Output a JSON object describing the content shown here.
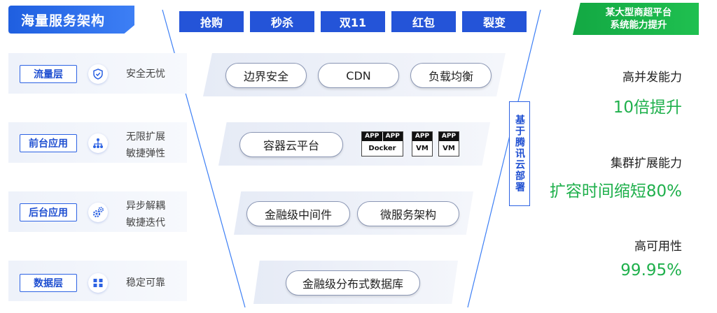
{
  "title": "海量服务架构",
  "scenarios": [
    "抢购",
    "秒杀",
    "双11",
    "红包",
    "裂变"
  ],
  "layers": [
    {
      "label": "流量层",
      "icon": "shield-icon",
      "desc": [
        "安全无忧"
      ],
      "items": [
        "边界安全",
        "CDN",
        "负载均衡"
      ]
    },
    {
      "label": "前台应用",
      "icon": "org-chart-icon",
      "desc": [
        "无限扩展",
        "敏捷弹性"
      ],
      "items": [
        "容器云平台"
      ]
    },
    {
      "label": "后台应用",
      "icon": "gears-icon",
      "desc": [
        "异步解耦",
        "敏捷迭代"
      ],
      "items": [
        "金融级中间件",
        "微服务架构"
      ]
    },
    {
      "label": "数据层",
      "icon": "database-icon",
      "desc": [
        "稳定可靠"
      ],
      "items": [
        "金融级分布式数据库"
      ]
    }
  ],
  "app_boxes": [
    {
      "heads": [
        "APP",
        "APP"
      ],
      "body": "Docker"
    },
    {
      "heads": [
        "APP"
      ],
      "body": "VM"
    },
    {
      "heads": [
        "APP"
      ],
      "body": "VM"
    }
  ],
  "deployment_label": "基于腾讯云部署",
  "case_banner": [
    "某大型商超平台",
    "系统能力提升"
  ],
  "metrics": [
    {
      "label": "高并发能力",
      "value": "10倍提升"
    },
    {
      "label": "集群扩展能力",
      "value": "扩容时间缩短80%"
    },
    {
      "label": "高可用性",
      "value": "99.95%"
    }
  ],
  "colors": {
    "primary": "#2454d8",
    "accent_green": "#1fb04c",
    "band": "#eef2fa"
  }
}
